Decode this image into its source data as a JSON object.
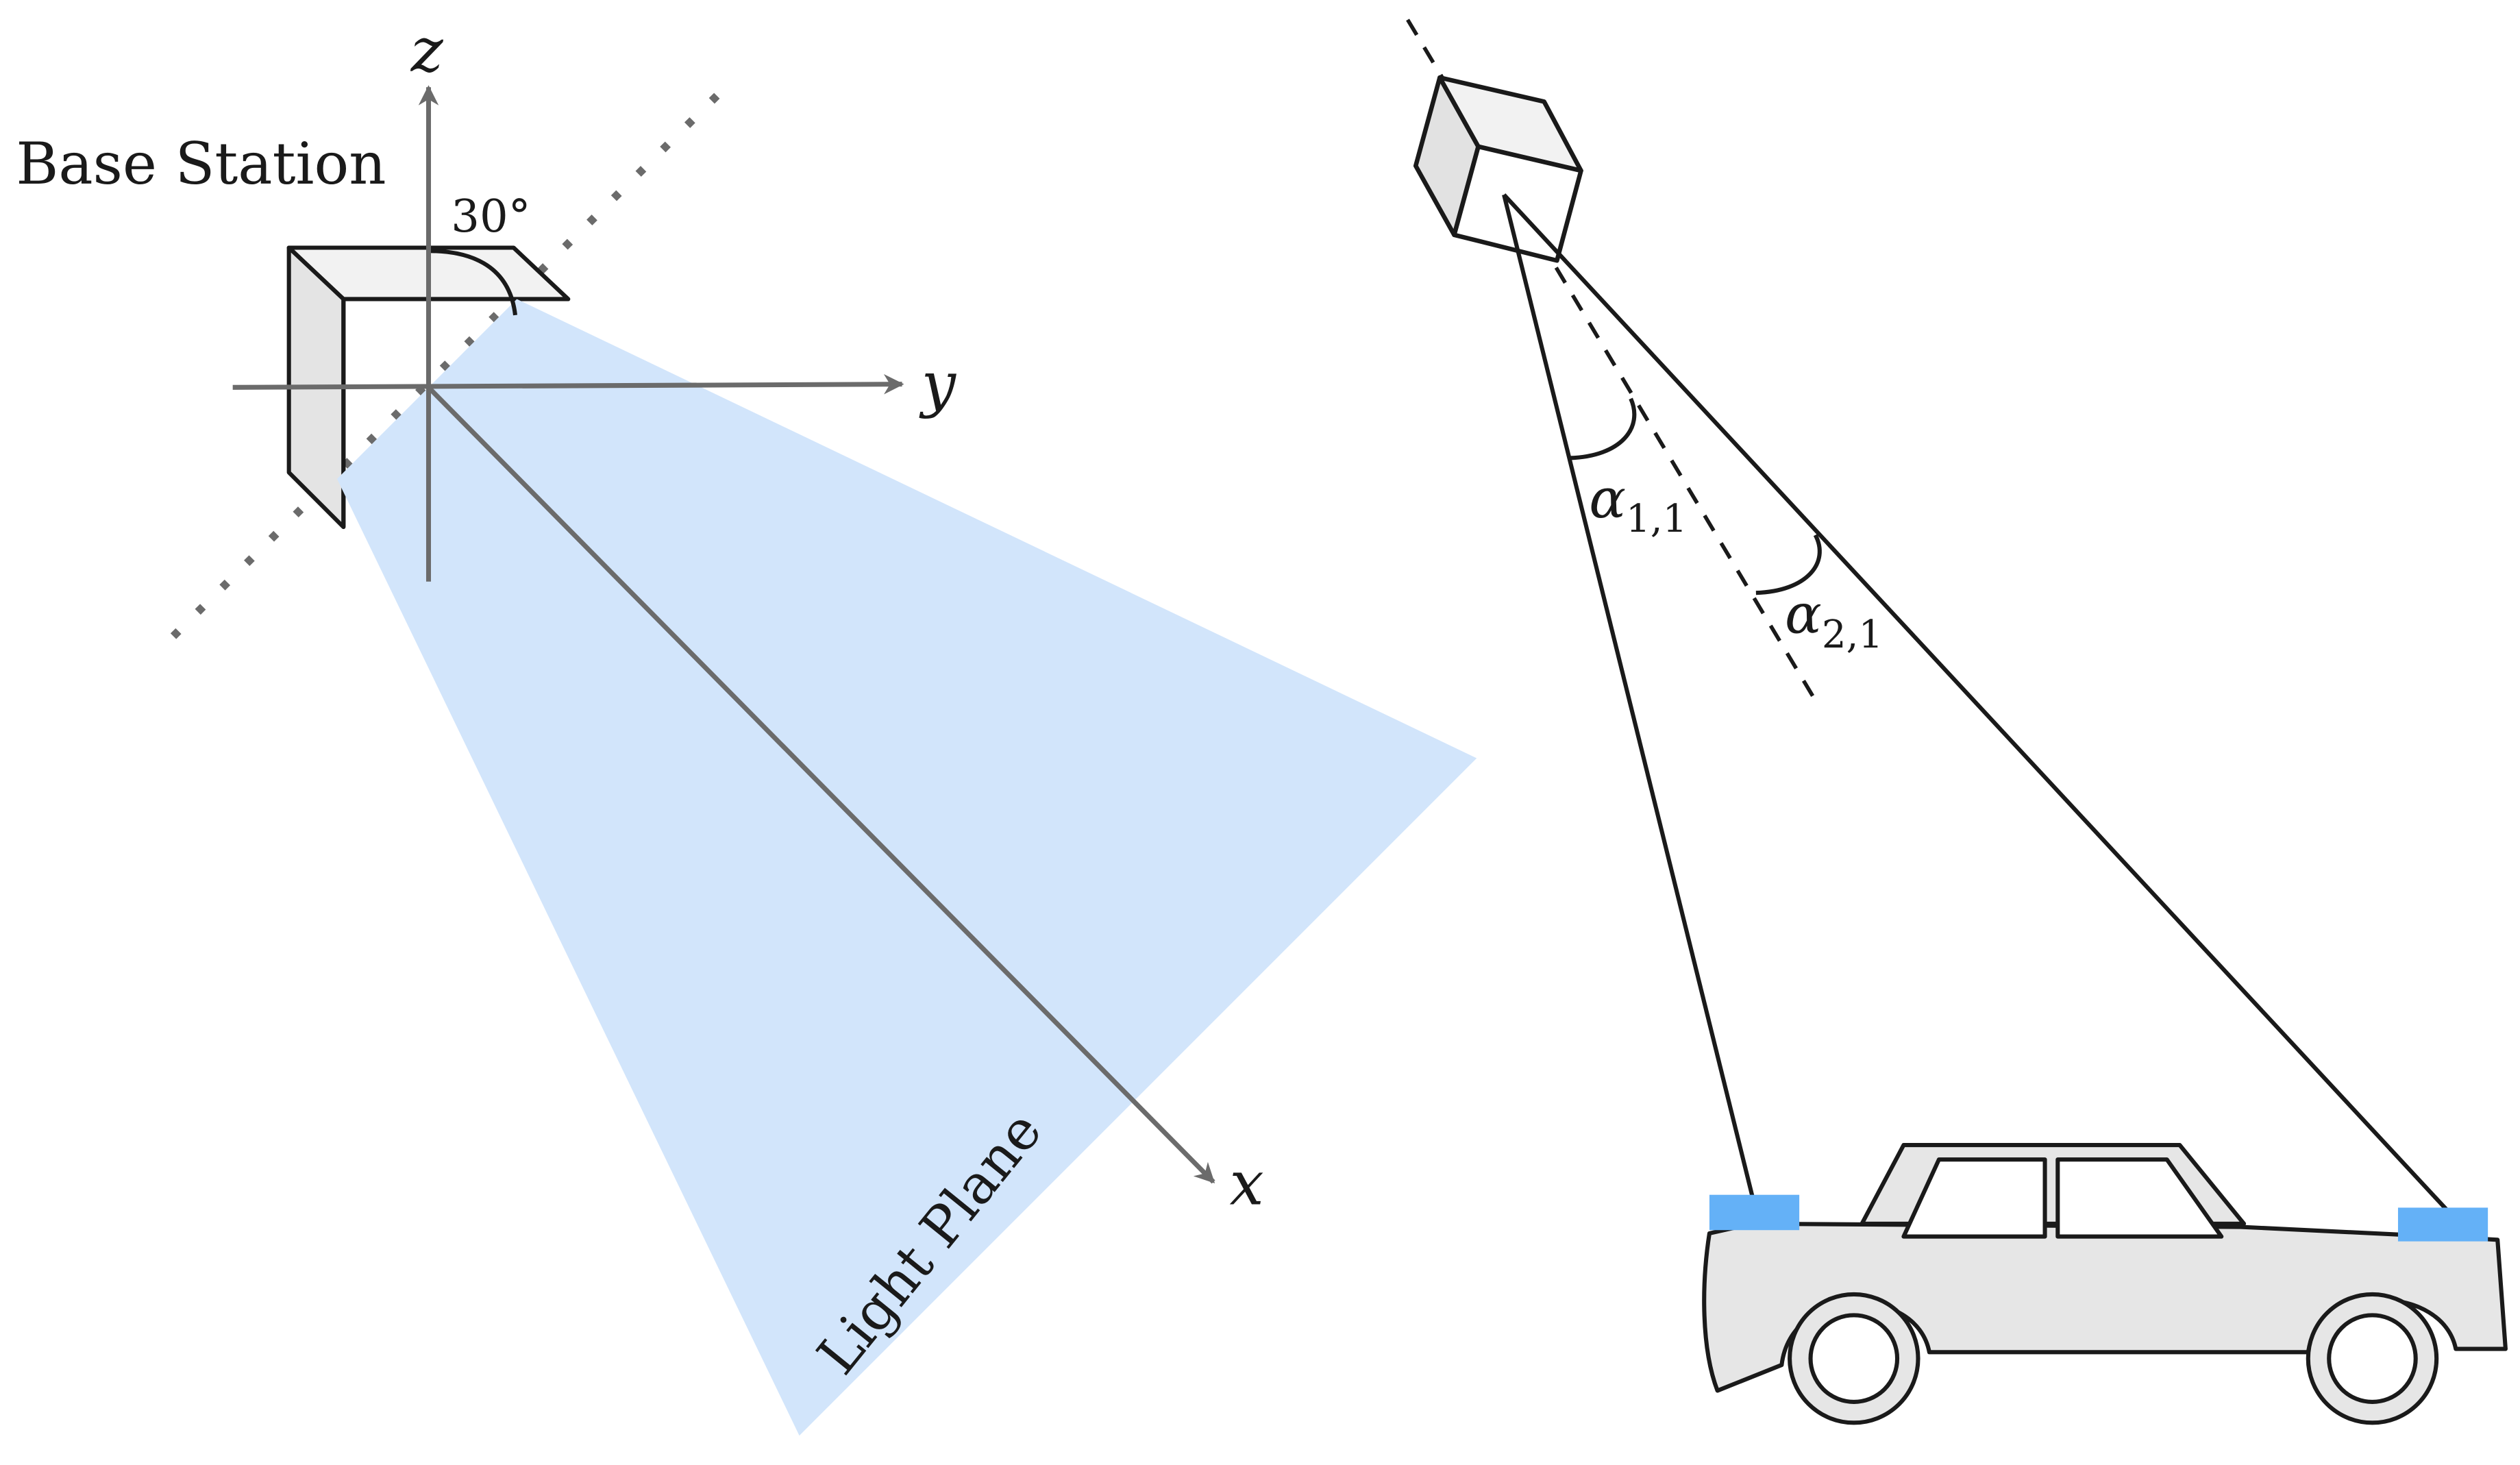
{
  "labels": {
    "base_station": "Base Station",
    "angle": "30°",
    "axis_z": "z",
    "axis_y": "y",
    "axis_x": "x",
    "light_plane": "Light Plane",
    "alpha_symbol": "α",
    "alpha_1_sub": "1,1",
    "alpha_2_sub": "2,1"
  },
  "colors": {
    "light_plane": "#d2e5fb",
    "axis": "#6b6b6b",
    "sensor": "#64b1f7",
    "car_body": "#e6e6e6",
    "box_face": "#ececec",
    "stroke": "#1a1a1a"
  },
  "icons": {
    "base_station_left": "base-station-box",
    "base_station_right": "base-station-cube",
    "car": "car-icon"
  }
}
